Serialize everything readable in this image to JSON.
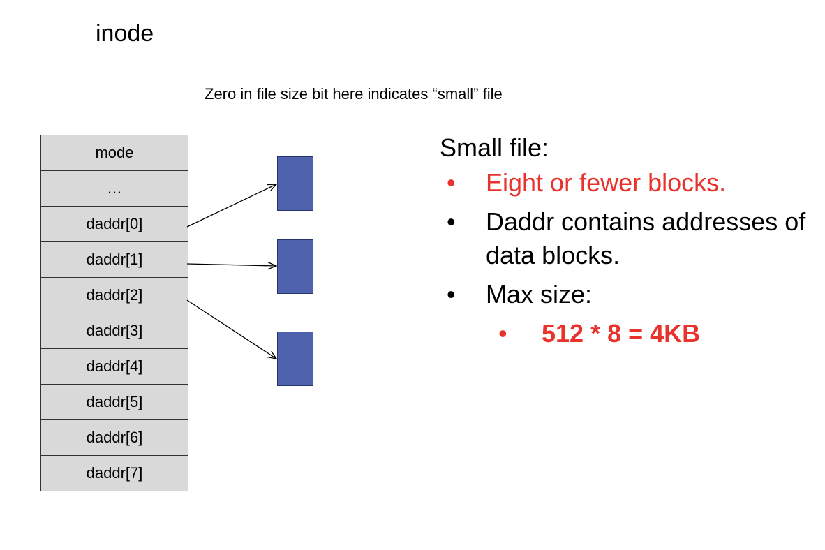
{
  "slide": {
    "title": "inode",
    "note": "Zero in file size bit here indicates “small” file"
  },
  "inode": {
    "rows": [
      "mode",
      "…",
      "daddr[0]",
      "daddr[1]",
      "daddr[2]",
      "daddr[3]",
      "daddr[4]",
      "daddr[5]",
      "daddr[6]",
      "daddr[7]"
    ]
  },
  "data_blocks": {
    "count": 3,
    "color": "#4f62ad"
  },
  "panel": {
    "heading": "Small file:",
    "bullets": [
      "Eight or fewer blocks.",
      "Daddr contains addresses of data blocks.",
      "Max size:"
    ],
    "sub_bullet": "512 * 8 = 4KB",
    "highlight_color": "#e8322b"
  }
}
